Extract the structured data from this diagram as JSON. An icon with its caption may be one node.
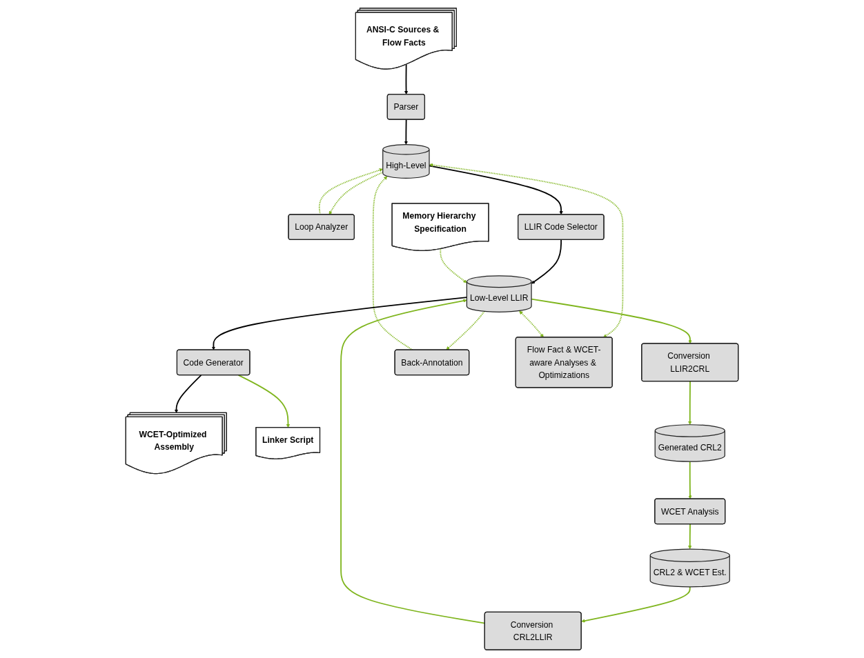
{
  "diagram": {
    "nodes": [
      {
        "text": [
          "ANSI-C Sources & Flow Facts"
        ]
      },
      {
        "text": [
          "Loop Analyzer"
        ]
      },
      {
        "text": [
          "Parser"
        ]
      },
      {
        "text": [
          "High-Level"
        ]
      },
      {
        "text": [
          "LLIR Code Selector"
        ]
      },
      {
        "text": [
          "Conversion LLIR2CRL"
        ]
      },
      {
        "text": [
          "Generated CRL2"
        ]
      },
      {
        "text": [
          "Back-Annotation"
        ]
      },
      {
        "text": [
          "Low-Level LLIR"
        ]
      },
      {
        "text": [
          "Conversion CRL2LLIR"
        ]
      },
      {
        "text": [
          "WCET Analysis"
        ]
      },
      {
        "text": [
          "Flow Fact & WCET-aware Analyses & Optimizations"
        ]
      },
      {
        "text": [
          "Code Generator"
        ]
      },
      {
        "text": [
          "Memory Hierarchy Specification"
        ]
      },
      {
        "text": [
          "CRL2 & WCET Est."
        ]
      },
      {
        "text": [
          "WCET-Optimized Assembly"
        ]
      },
      {
        "text": [
          "Linker Script"
        ]
      }
    ],
    "edges": [
      {
        "from": 0,
        "to": 2,
        "arrow": "to",
        "color": "#000000"
      },
      {
        "from": 1,
        "to": 3,
        "arrow": "to",
        "style": "dashed"
      },
      {
        "from": 3,
        "to": 1,
        "arrow": "to",
        "style": "dashed"
      },
      {
        "from": 2,
        "to": 3,
        "arrow": "to",
        "color": "#000000"
      },
      {
        "from": 3,
        "to": 4,
        "arrow": "to",
        "color": "#000000"
      },
      {
        "from": 5,
        "to": 6,
        "arrow": "to"
      },
      {
        "from": 7,
        "to": 3,
        "arrow": "to",
        "style": "dashed"
      },
      {
        "from": 3,
        "to": 11,
        "arrow": "both",
        "style": "dashed"
      },
      {
        "from": 4,
        "to": 8,
        "arrow": "to",
        "color": "#000000"
      },
      {
        "from": 8,
        "to": 5,
        "arrow": "to"
      },
      {
        "from": 6,
        "to": 10,
        "arrow": "to"
      },
      {
        "from": 8,
        "to": 7,
        "arrow": "to",
        "style": "dashed"
      },
      {
        "from": 9,
        "to": 8,
        "arrow": "to"
      },
      {
        "from": 10,
        "to": 14,
        "arrow": "to"
      },
      {
        "from": 14,
        "to": 9,
        "arrow": "to"
      },
      {
        "from": 8,
        "to": 11,
        "arrow": "both",
        "style": "dashed"
      },
      {
        "from": 8,
        "to": 12,
        "arrow": "to",
        "color": "#000000"
      },
      {
        "from": 13,
        "to": 8,
        "arrow": "to",
        "style": "dashed"
      },
      {
        "from": 12,
        "to": 15,
        "arrow": "to",
        "color": "#000000"
      },
      {
        "from": 12,
        "to": 16,
        "arrow": "to"
      }
    ]
  }
}
